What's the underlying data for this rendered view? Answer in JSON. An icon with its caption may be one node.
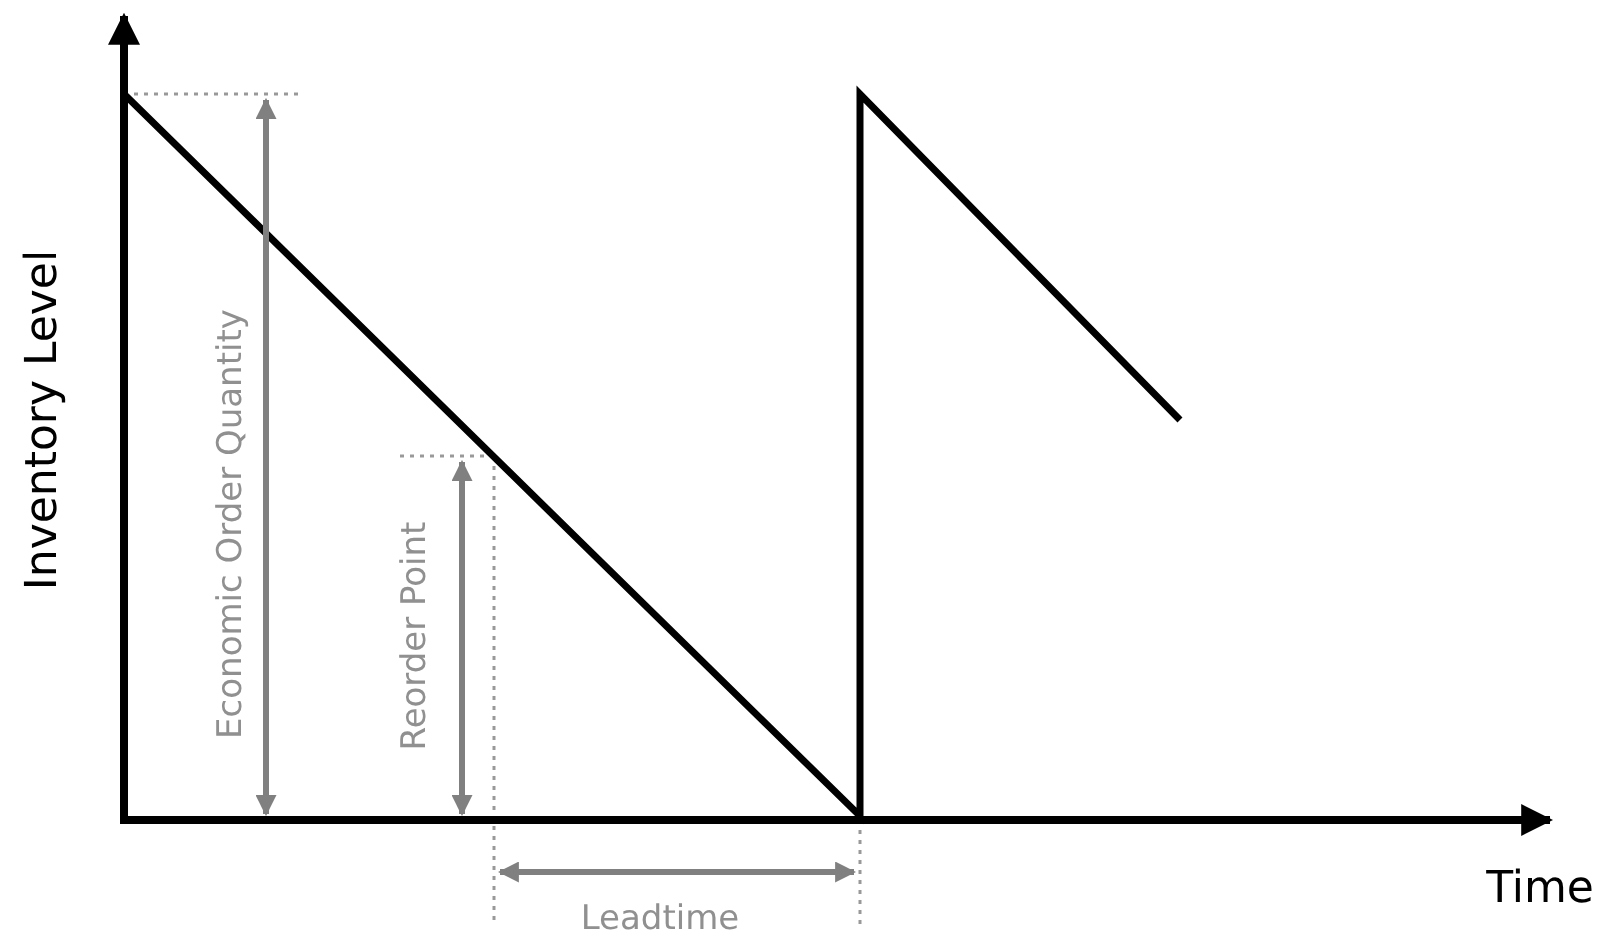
{
  "diagram": {
    "labels": [
      "Inventory Level",
      "Economic Order Quantity",
      "Reorder Point",
      "Time",
      "Leadtime"
    ]
  }
}
